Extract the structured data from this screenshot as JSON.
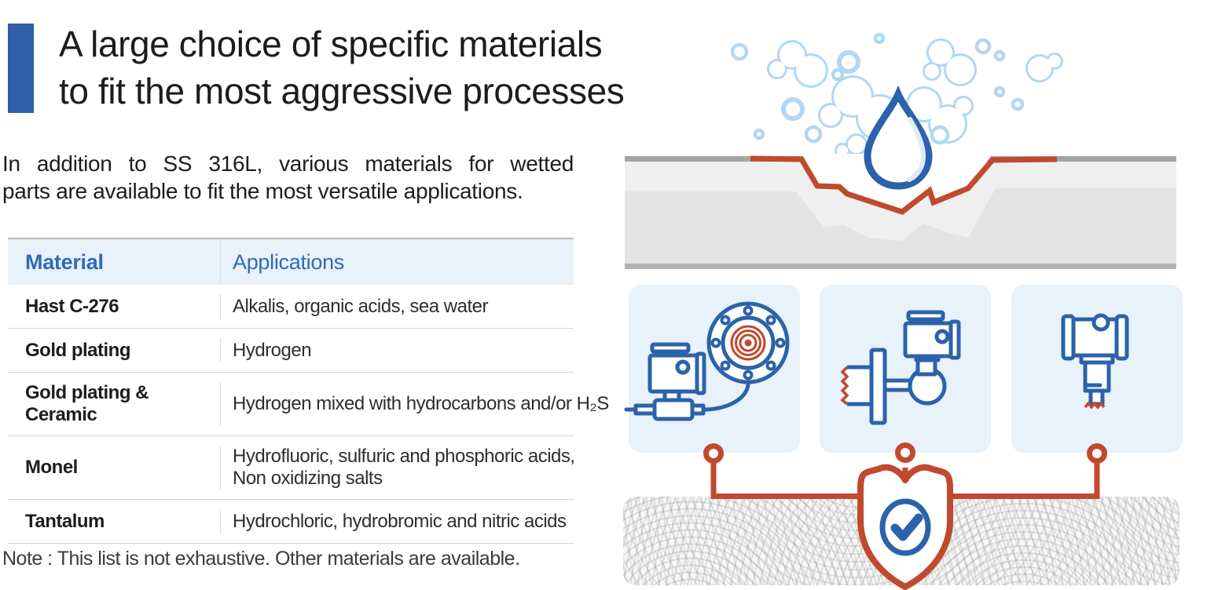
{
  "page": {
    "title_line1": "A large choice of specific materials",
    "title_line2": "to fit the most aggressive processes",
    "intro_line1": "In addition to SS 316L, various materials for wetted",
    "intro_line2": "parts are available to fit the most versatile applications.",
    "note": "Note : This list is not exhaustive. Other materials are available."
  },
  "table": {
    "headers": [
      "Material",
      "Applications"
    ],
    "rows": [
      {
        "material": "Hast C-276",
        "applications": [
          "Alkalis, organic acids, sea water"
        ]
      },
      {
        "material": "Gold plating",
        "applications": [
          "Hydrogen"
        ]
      },
      {
        "material": "Gold plating & Ceramic",
        "applications": [
          "Hydrogen mixed with hydrocarbons and/or H₂S"
        ]
      },
      {
        "material": "Monel",
        "applications": [
          "Hydrofluoric, sulfuric and phosphoric acids,",
          "Non oxidizing salts"
        ]
      },
      {
        "material": "Tantalum",
        "applications": [
          "Hydrochloric, hydrobromic and nitric acids"
        ]
      }
    ]
  },
  "illustration": {
    "icons": [
      "bubbles-icon",
      "water-drop-icon",
      "corroded-plate-graphic",
      "remote-seal-transmitter-icon",
      "flanged-seal-transmitter-icon",
      "compact-transmitter-icon",
      "shield-check-icon"
    ]
  },
  "colors": {
    "accentbar": "#2f5da8",
    "blue": "#2b62ab",
    "red": "#c1492e",
    "bubble": "#b3d7f2",
    "panel": "#e8f2fb",
    "headerbg": "#e9f1fa",
    "headertext": "#2e6cb6",
    "textdark": "#1d1d1b",
    "plate": "#efeff0"
  }
}
